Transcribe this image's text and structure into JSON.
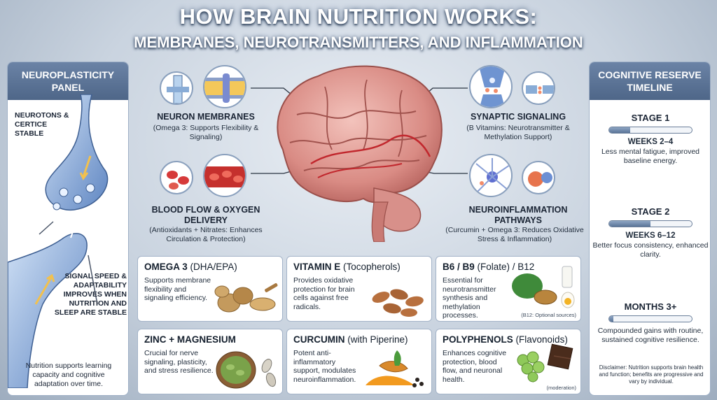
{
  "title": {
    "line1": "HOW BRAIN NUTRITION WORKS:",
    "line2": "MEMBRANES, NEUROTRANSMITTERS, AND INFLAMMATION"
  },
  "left_panel": {
    "heading": "NEUROPLASTICITY PANEL",
    "top_note": "NEUROTONS & CERTICE STABLE",
    "mid_note": "SIGNAL SPEED & ADAPTABILITY IMPROVES WHEN NUTRITION AND SLEEP ARE STABLE",
    "caption": "Nutrition supports learning capacity and cognitive adaptation over time."
  },
  "right_panel": {
    "heading": "COGNITIVE RESERVE TIMELINE",
    "stages": [
      {
        "title": "STAGE 1",
        "subtitle": "WEEKS 2–4",
        "desc": "Less mental fatigue, improved baseline energy.",
        "progress": 0.25
      },
      {
        "title": "STAGE 2",
        "subtitle": "WEEKS 6–12",
        "desc": "Better focus consistency, enhanced clarity.",
        "progress": 0.5
      },
      {
        "title": "MONTHS 3+",
        "subtitle": "",
        "desc": "Compounded gains with routine, sustained cognitive resilience.",
        "progress": 0.05
      }
    ],
    "disclaimer": "Disclaimer: Nutrition supports brain health and function; benefits are progressive and vary by individual."
  },
  "mechanisms": {
    "membranes": {
      "title": "NEURON MEMBRANES",
      "desc": "(Omega 3: Supports Flexibility & Signaling)"
    },
    "synaptic": {
      "title": "SYNAPTIC SIGNALING",
      "desc": "(B Vitamins: Neurotransmitter & Methylation Support)"
    },
    "blood": {
      "title": "BLOOD FLOW & OXYGEN DELIVERY",
      "desc": "(Antioxidants + Nitrates: Enhances Circulation & Protection)"
    },
    "inflammation": {
      "title": "NEUROINFLAMMATION PATHWAYS",
      "desc": "(Curcumin + Omega 3: Reduces Oxidative Stress & Inflammation)"
    }
  },
  "cards": [
    {
      "title_bold": "OMEGA 3",
      "title_rest": " (DHA/EPA)",
      "desc": "Supports membrane flexibility and signaling efficiency.",
      "note": ""
    },
    {
      "title_bold": "VITAMIN E",
      "title_rest": " (Tocopherols)",
      "desc": "Provides oxidative protection for brain cells against free radicals.",
      "note": ""
    },
    {
      "title_bold": "B6 / B9",
      "title_rest": " (Folate) / B12",
      "desc": "Essential for neurotransmitter synthesis and methylation processes.",
      "note": "(B12: Optional sources)"
    },
    {
      "title_bold": "ZINC + MAGNESIUM",
      "title_rest": "",
      "desc": "Crucial for nerve signaling, plasticity, and stress resilience.",
      "note": ""
    },
    {
      "title_bold": "CURCUMIN",
      "title_rest": " (with Piperine)",
      "desc": "Potent anti-inflammatory support, modulates neuroinflammation.",
      "note": ""
    },
    {
      "title_bold": "POLYPHENOLS",
      "title_rest": " (Flavonoids)",
      "desc": "Enhances cognitive protection, blood flow, and neuronal health.",
      "note": "(moderation)"
    }
  ]
}
